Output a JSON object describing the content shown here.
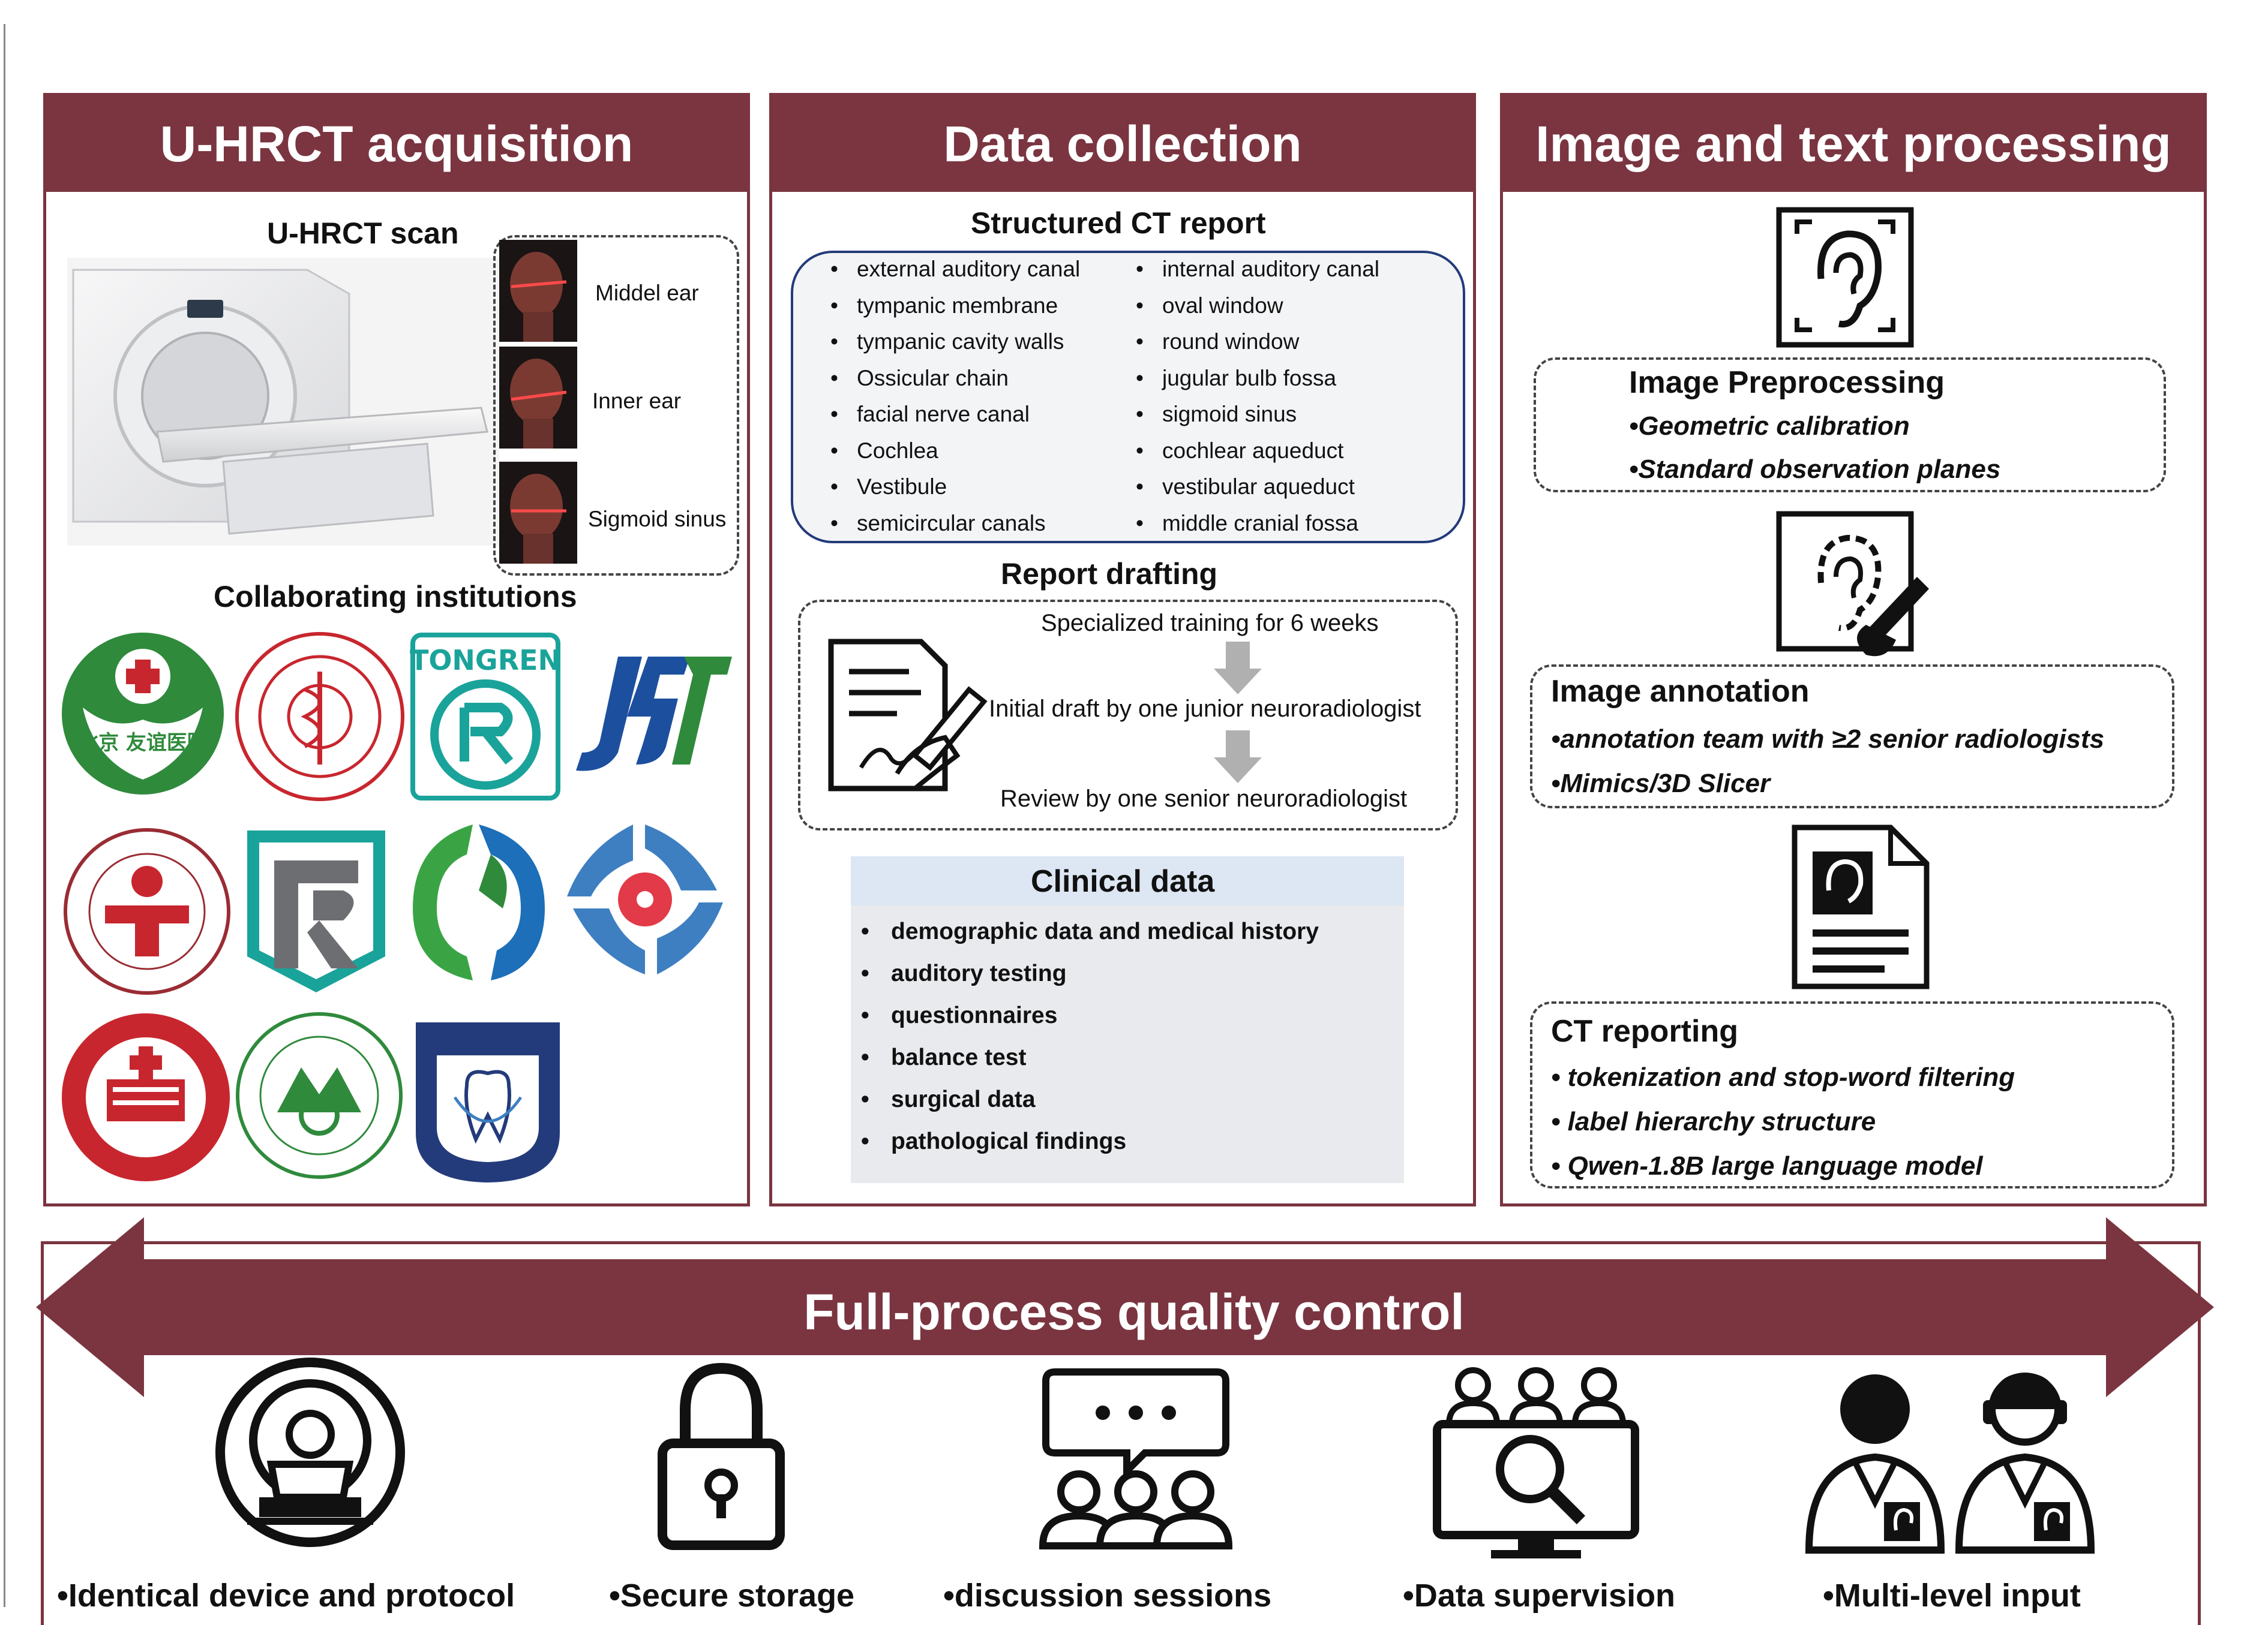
{
  "panels": {
    "acquisition": {
      "title": "U-HRCT acquisition",
      "scan_title": "U-HRCT scan",
      "scan_labels": [
        "Middel ear",
        "Inner ear",
        "Sigmoid sinus"
      ],
      "institutions_title": "Collaborating institutions",
      "logo_texts": {
        "tongren": "TONGREN",
        "beijing_friendship": "北京 友谊医院"
      }
    },
    "collection": {
      "title": "Data collection",
      "report_title": "Structured CT report",
      "report_left": [
        "external auditory canal",
        "tympanic membrane",
        "tympanic cavity walls",
        "Ossicular chain",
        "facial nerve canal",
        "Cochlea",
        "Vestibule",
        "semicircular canals"
      ],
      "report_right": [
        "internal auditory canal",
        "oval window",
        "round window",
        "jugular bulb fossa",
        "sigmoid sinus",
        "cochlear aqueduct",
        "vestibular aqueduct",
        "middle cranial fossa"
      ],
      "drafting_title": "Report drafting",
      "drafting_steps": [
        "Specialized training for 6 weeks",
        "Initial draft by one junior neuroradiologist",
        "Review by one senior neuroradiologist"
      ],
      "clinical_title": "Clinical data",
      "clinical_items": [
        "demographic data and medical history",
        "auditory testing",
        "questionnaires",
        "balance test",
        "surgical data",
        "pathological findings"
      ]
    },
    "processing": {
      "title": "Image and text processing",
      "preprocessing_title": "Image Preprocessing",
      "preprocessing_items": [
        "•Geometric calibration",
        "•Standard observation planes"
      ],
      "annotation_title": "Image annotation",
      "annotation_items": [
        "•annotation team with ≥2 senior radiologists",
        "•Mimics/3D Slicer"
      ],
      "reporting_title": "CT reporting",
      "reporting_items": [
        "• tokenization and stop-word filtering",
        "• label hierarchy structure",
        "• Qwen-1.8B large language model"
      ]
    }
  },
  "quality_control": {
    "title": "Full-process quality control",
    "items": [
      "•Identical device and protocol",
      "•Secure storage",
      "•discussion sessions",
      "•Data supervision",
      "•Multi-level input"
    ]
  },
  "colors": {
    "accent": "#7a3540",
    "green": "#2f8a3c",
    "red": "#c8262e",
    "teal": "#1aa39a",
    "blue": "#1c4f9e",
    "clinical_bg": "#e8eaee",
    "clinical_head": "#dde6f3"
  }
}
